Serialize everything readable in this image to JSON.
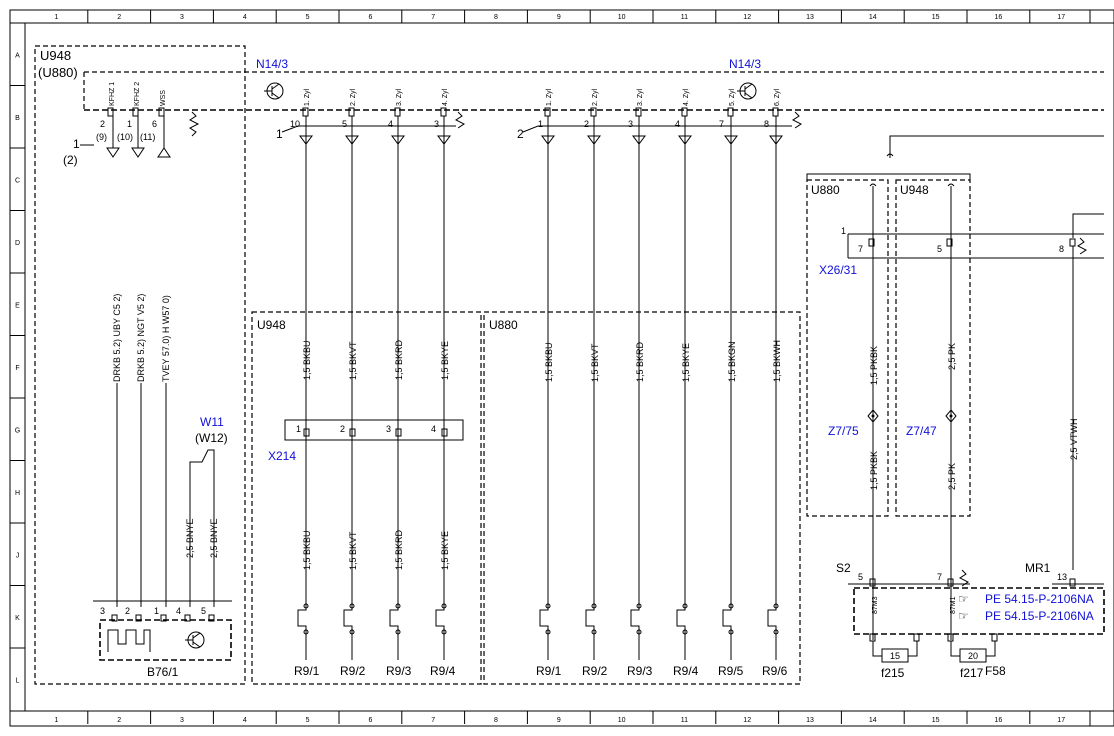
{
  "frame": {
    "columns": [
      "1",
      "2",
      "3",
      "4",
      "5",
      "6",
      "7",
      "8",
      "9",
      "10",
      "11",
      "12",
      "13",
      "14",
      "15",
      "16",
      "17"
    ],
    "rows": [
      "A",
      "B",
      "C",
      "D",
      "E",
      "F",
      "G",
      "H",
      "J",
      "K",
      "L"
    ]
  },
  "components": {
    "u948_left": "U948",
    "u880_left": "(U880)",
    "n14_3_left": "N14/3",
    "n14_3_right": "N14/3",
    "w11": "W11",
    "w12": "(W12)",
    "b76_1": "B76/1",
    "x214": "X214",
    "u948_mid": "U948",
    "u880_mid": "U880",
    "u880_right": "U880",
    "u948_right": "U948",
    "x26_31": "X26/31",
    "z7_75": "Z7/75",
    "z7_47": "Z7/47",
    "s2": "S2",
    "mr1": "MR1",
    "f215": "f215",
    "f217": "f217",
    "f58": "F58"
  },
  "left_connector": {
    "pins": [
      {
        "num": "2",
        "alt": "(9)",
        "signal": "KFHZ 1"
      },
      {
        "num": "1",
        "alt": "(10)",
        "signal": "KFHZ 2"
      },
      {
        "num": "6",
        "alt": "(11)",
        "signal": "WSS"
      }
    ],
    "label": "1",
    "label_alt": "(2)"
  },
  "left_wires": [
    "DRKB 5.2) UBY C5 2)",
    "DRKB 5.2) NGT V5 2)",
    "TVEY 57.0) H W57 0)"
  ],
  "b76_wires": [
    "2,5 BNYE",
    "2,5 BNYE"
  ],
  "b76_pins": [
    "3",
    "2",
    "1",
    "4",
    "5"
  ],
  "n14_group1": {
    "label": "1",
    "pins": [
      "10",
      "5",
      "4",
      "3"
    ],
    "signals": [
      "1. Zyl",
      "2. Zyl",
      "3. Zyl",
      "4. Zyl"
    ],
    "wires_top": [
      "1,5 BKBU",
      "1,5 BKVT",
      "1,5 BKRD",
      "1,5 BKYE"
    ],
    "x214_pins": [
      "1",
      "2",
      "3",
      "4"
    ],
    "wires_bottom": [
      "1,5 BKBU",
      "1,5 BKVT",
      "1,5 BKRD",
      "1,5 BKYE"
    ],
    "plugs": [
      "R9/1",
      "R9/2",
      "R9/3",
      "R9/4"
    ]
  },
  "n14_group2": {
    "label": "2",
    "pins": [
      "1",
      "2",
      "3",
      "4",
      "7",
      "8"
    ],
    "signals": [
      "1. Zyl",
      "2. Zyl",
      "3. Zyl",
      "4. Zyl",
      "5. Zyl",
      "6. Zyl"
    ],
    "wires": [
      "1,5 BKBU",
      "1,5 BKVT",
      "1,5 BKRD",
      "1,5 BKYE",
      "1,5 BKGN",
      "1,5 BKWH"
    ],
    "plugs": [
      "R9/1",
      "R9/2",
      "R9/3",
      "R9/4",
      "R9/5",
      "R9/6"
    ]
  },
  "right_section": {
    "x26_label": "1",
    "x26_pins": [
      "7",
      "5",
      "8"
    ],
    "wire_a_top": "1,5 PKBK",
    "wire_a_bottom": "1,5 PKBK",
    "wire_b_top": "2,5 PK",
    "wire_b_bottom": "2,5 PK",
    "wire_c": "2,5 VTWH",
    "s2_pins": [
      "5",
      "7"
    ],
    "s2_signals": [
      "87M3",
      "87M1"
    ],
    "mr1_pin": "13",
    "refs": [
      "PE 54.15-P-2106NA",
      "PE 54.15-P-2106NA"
    ],
    "fuses": [
      "15",
      "20"
    ]
  }
}
